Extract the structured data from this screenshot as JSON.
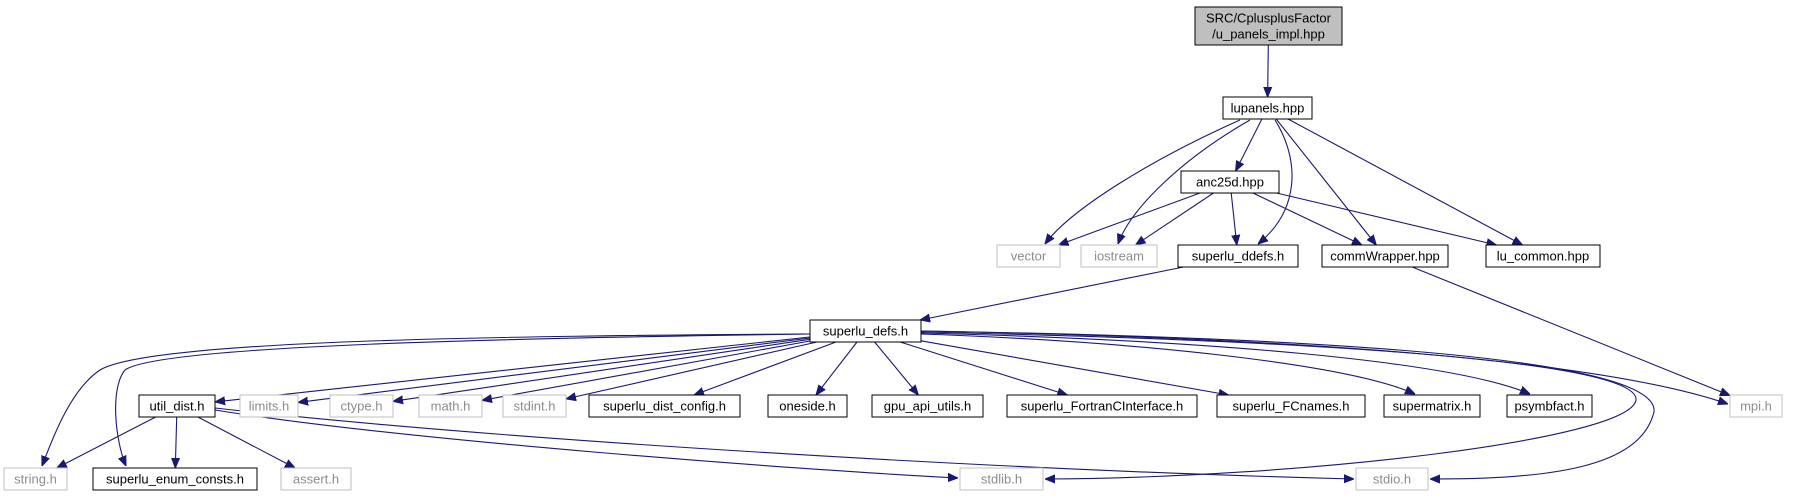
{
  "graph": {
    "root_id": "root",
    "nodes": [
      {
        "id": "root",
        "lines": [
          "SRC/CplusplusFactor",
          "/u_panels_impl.hpp"
        ],
        "style": "root"
      },
      {
        "id": "lupanels",
        "lines": [
          "lupanels.hpp"
        ],
        "style": "doc"
      },
      {
        "id": "anc25d",
        "lines": [
          "anc25d.hpp"
        ],
        "style": "doc"
      },
      {
        "id": "vector",
        "lines": [
          "vector"
        ],
        "style": "sys"
      },
      {
        "id": "iostream",
        "lines": [
          "iostream"
        ],
        "style": "sys"
      },
      {
        "id": "superlu_ddefs",
        "lines": [
          "superlu_ddefs.h"
        ],
        "style": "doc"
      },
      {
        "id": "commWrapper",
        "lines": [
          "commWrapper.hpp"
        ],
        "style": "doc"
      },
      {
        "id": "lu_common",
        "lines": [
          "lu_common.hpp"
        ],
        "style": "doc"
      },
      {
        "id": "superlu_defs",
        "lines": [
          "superlu_defs.h"
        ],
        "style": "doc"
      },
      {
        "id": "util_dist",
        "lines": [
          "util_dist.h"
        ],
        "style": "doc"
      },
      {
        "id": "limits",
        "lines": [
          "limits.h"
        ],
        "style": "sys"
      },
      {
        "id": "ctype",
        "lines": [
          "ctype.h"
        ],
        "style": "sys"
      },
      {
        "id": "math",
        "lines": [
          "math.h"
        ],
        "style": "sys"
      },
      {
        "id": "stdint",
        "lines": [
          "stdint.h"
        ],
        "style": "sys"
      },
      {
        "id": "superlu_dist_config",
        "lines": [
          "superlu_dist_config.h"
        ],
        "style": "doc"
      },
      {
        "id": "oneside",
        "lines": [
          "oneside.h"
        ],
        "style": "doc"
      },
      {
        "id": "gpu_api_utils",
        "lines": [
          "gpu_api_utils.h"
        ],
        "style": "doc"
      },
      {
        "id": "FortranCInterface",
        "lines": [
          "superlu_FortranCInterface.h"
        ],
        "style": "doc"
      },
      {
        "id": "FCnames",
        "lines": [
          "superlu_FCnames.h"
        ],
        "style": "doc"
      },
      {
        "id": "supermatrix",
        "lines": [
          "supermatrix.h"
        ],
        "style": "doc"
      },
      {
        "id": "psymbfact",
        "lines": [
          "psymbfact.h"
        ],
        "style": "doc"
      },
      {
        "id": "mpi",
        "lines": [
          "mpi.h"
        ],
        "style": "sys"
      },
      {
        "id": "string",
        "lines": [
          "string.h"
        ],
        "style": "sys"
      },
      {
        "id": "enum_consts",
        "lines": [
          "superlu_enum_consts.h"
        ],
        "style": "doc"
      },
      {
        "id": "assert",
        "lines": [
          "assert.h"
        ],
        "style": "sys"
      },
      {
        "id": "stdlib",
        "lines": [
          "stdlib.h"
        ],
        "style": "sys"
      },
      {
        "id": "stdio",
        "lines": [
          "stdio.h"
        ],
        "style": "sys"
      }
    ],
    "edges": [
      [
        "root",
        "lupanels"
      ],
      [
        "lupanels",
        "anc25d"
      ],
      [
        "lupanels",
        "vector"
      ],
      [
        "lupanels",
        "iostream"
      ],
      [
        "lupanels",
        "superlu_ddefs"
      ],
      [
        "lupanels",
        "commWrapper"
      ],
      [
        "lupanels",
        "lu_common"
      ],
      [
        "anc25d",
        "vector"
      ],
      [
        "anc25d",
        "iostream"
      ],
      [
        "anc25d",
        "superlu_ddefs"
      ],
      [
        "anc25d",
        "commWrapper"
      ],
      [
        "anc25d",
        "lu_common"
      ],
      [
        "superlu_ddefs",
        "superlu_defs"
      ],
      [
        "commWrapper",
        "mpi"
      ],
      [
        "superlu_defs",
        "util_dist"
      ],
      [
        "superlu_defs",
        "limits"
      ],
      [
        "superlu_defs",
        "ctype"
      ],
      [
        "superlu_defs",
        "math"
      ],
      [
        "superlu_defs",
        "stdint"
      ],
      [
        "superlu_defs",
        "superlu_dist_config"
      ],
      [
        "superlu_defs",
        "oneside"
      ],
      [
        "superlu_defs",
        "gpu_api_utils"
      ],
      [
        "superlu_defs",
        "FortranCInterface"
      ],
      [
        "superlu_defs",
        "FCnames"
      ],
      [
        "superlu_defs",
        "supermatrix"
      ],
      [
        "superlu_defs",
        "psymbfact"
      ],
      [
        "superlu_defs",
        "mpi"
      ],
      [
        "superlu_defs",
        "string"
      ],
      [
        "superlu_defs",
        "enum_consts"
      ],
      [
        "superlu_defs",
        "stdlib"
      ],
      [
        "superlu_defs",
        "stdio"
      ],
      [
        "util_dist",
        "string"
      ],
      [
        "util_dist",
        "enum_consts"
      ],
      [
        "util_dist",
        "assert"
      ],
      [
        "util_dist",
        "stdlib"
      ],
      [
        "util_dist",
        "stdio"
      ]
    ]
  }
}
